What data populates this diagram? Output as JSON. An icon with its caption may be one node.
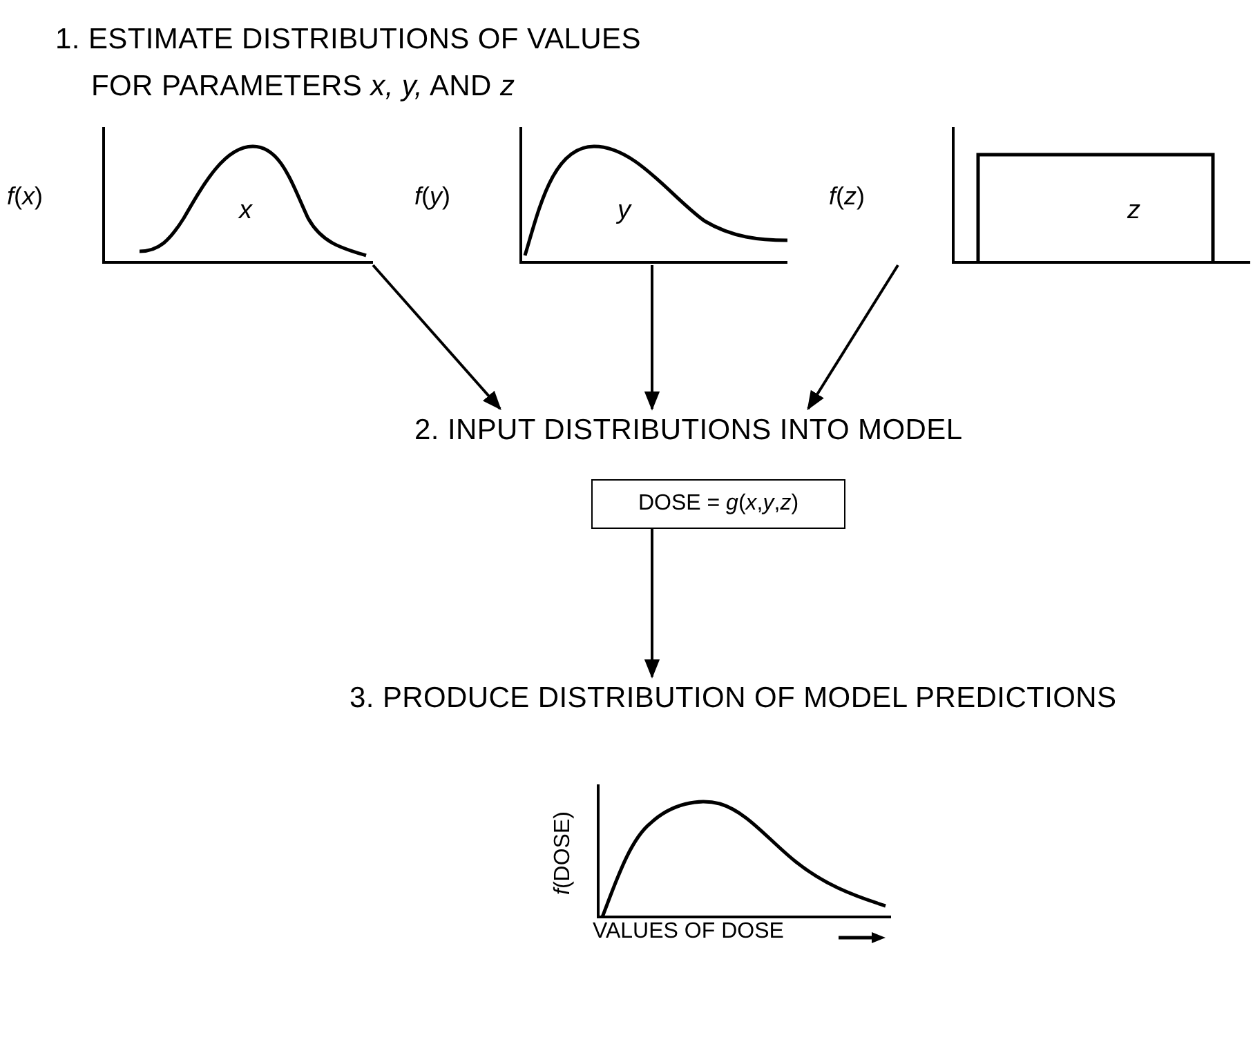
{
  "diagram": {
    "nodes": [
      {
        "text": [
          "*f*(*x*)",
          "x"
        ]
      },
      {
        "text": [
          "*f*(*y*)",
          "y"
        ]
      },
      {
        "text": [
          "*f*(*z*)",
          "z"
        ]
      },
      {
        "text": [
          "2. INPUT DISTRIBUTIONS INTO MODEL"
        ]
      },
      {
        "text": [
          "DOSE = *g*(*x*,*y*,*z*)"
        ]
      },
      {
        "text": [
          "3. PRODUCE DISTRIBUTION OF MODEL PREDICTIONS"
        ]
      },
      {
        "text": [
          "*f*(DOSE)",
          "VALUES OF DOSE"
        ]
      }
    ],
    "edges": [
      {
        "from": 0,
        "to": 3,
        "arrow": "to"
      },
      {
        "from": 1,
        "to": 3,
        "arrow": "to"
      },
      {
        "from": 2,
        "to": 3,
        "arrow": "to"
      },
      {
        "from": 4,
        "to": 5,
        "arrow": "to"
      }
    ],
    "labels": [
      "1. ESTIMATE DISTRIBUTIONS OF VALUES FOR PARAMETERS *x, y,* AND *z*"
    ]
  }
}
